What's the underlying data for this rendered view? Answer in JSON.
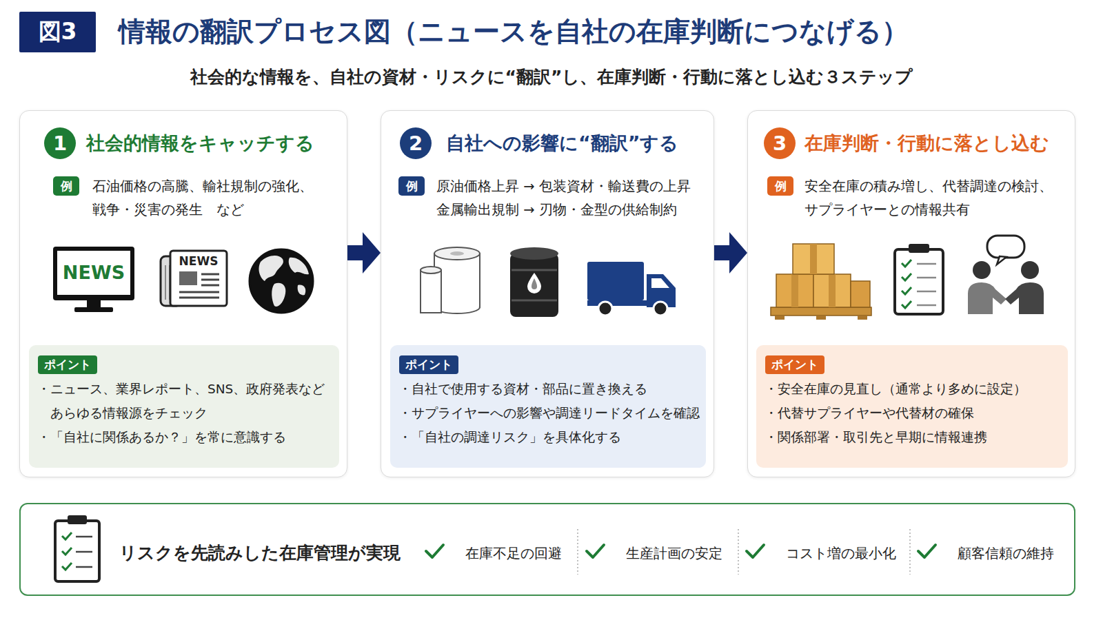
{
  "diagram": {
    "title": "情報の翻訳プロセス図（ニュースを自社の在庫判断につなげる）",
    "nodes": [
      {
        "text": [
          "図3"
        ]
      },
      {
        "text": [
          "社会的情報をキャッチする",
          "石油価格の高騰、輸社規制の強化、 戦争・災害の発生　など"
        ]
      },
      {
        "text": [
          "1"
        ],
        "in": 1
      },
      {
        "text": [
          "例"
        ],
        "in": 1
      },
      {
        "text": [
          "・ニュース、業界レポート、SNS、政府発表など あらゆる情報源をチェック",
          "・「自社に関係あるか？」を常に意識する"
        ],
        "in": 1
      },
      {
        "text": [
          "ポイント"
        ],
        "in": 4
      },
      {
        "text": [
          "自社への影響に“翻訳”する",
          "原油価格上昇 → 包装資材・輸送費の上昇",
          "金属輸出規制 → 刃物・金型の供給制約"
        ]
      },
      {
        "text": [
          "2"
        ],
        "in": 6
      },
      {
        "text": [
          "例"
        ],
        "in": 6
      },
      {
        "text": [
          "・自社で使用する資材・部品に置き換える",
          "・サプライヤーへの影響や調達リードタイムを確認",
          "・「自社の調達リスク」を具体化する"
        ],
        "in": 6
      },
      {
        "text": [
          "ポイント"
        ],
        "in": 9
      },
      {
        "text": [
          "在庫判断・行動に落とし込む",
          "安全在庫の積み増し、代替調達の検討、 サプライヤーとの情報共有"
        ]
      },
      {
        "text": [
          "3"
        ],
        "in": 11
      },
      {
        "text": [
          "例"
        ],
        "in": 11
      },
      {
        "text": [
          "・安全在庫の見直し（通常より多めに設定）",
          "・代替サプライヤーや代替材の確保",
          "・関係部署・取引先と早期に情報連携"
        ],
        "in": 11
      },
      {
        "text": [
          "ポイント"
        ],
        "in": 14
      },
      {
        "text": [
          "リスクを先読みした在庫管理が実現",
          "在庫不足の回避",
          "生産計画の安定",
          "コスト増の最小化",
          "顧客信頼の維持"
        ]
      }
    ],
    "edges": [
      {
        "from": 1,
        "to": 6,
        "arrow": "to"
      },
      {
        "from": 6,
        "to": 11,
        "arrow": "to"
      }
    ],
    "labels": [
      "社会的な情報を、自社の資材・リスクに“翻訳”し、在庫判断・行動に落とし込む３ステップ",
      "NEWS",
      "NEWS"
    ]
  }
}
